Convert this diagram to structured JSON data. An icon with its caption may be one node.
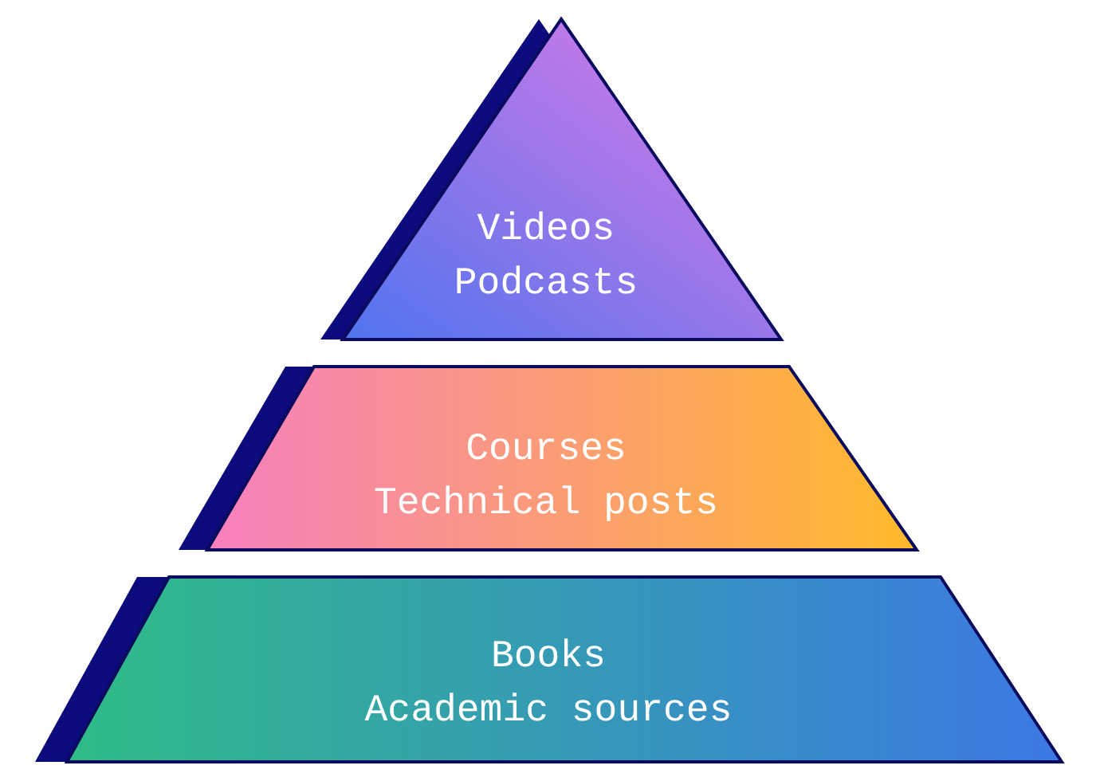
{
  "diagram": {
    "nodes": [
      {
        "text": [
          "Videos",
          "Podcasts"
        ]
      },
      {
        "text": [
          "Courses",
          "Technical posts"
        ]
      },
      {
        "text": [
          "Books",
          "Academic sources"
        ]
      }
    ]
  }
}
